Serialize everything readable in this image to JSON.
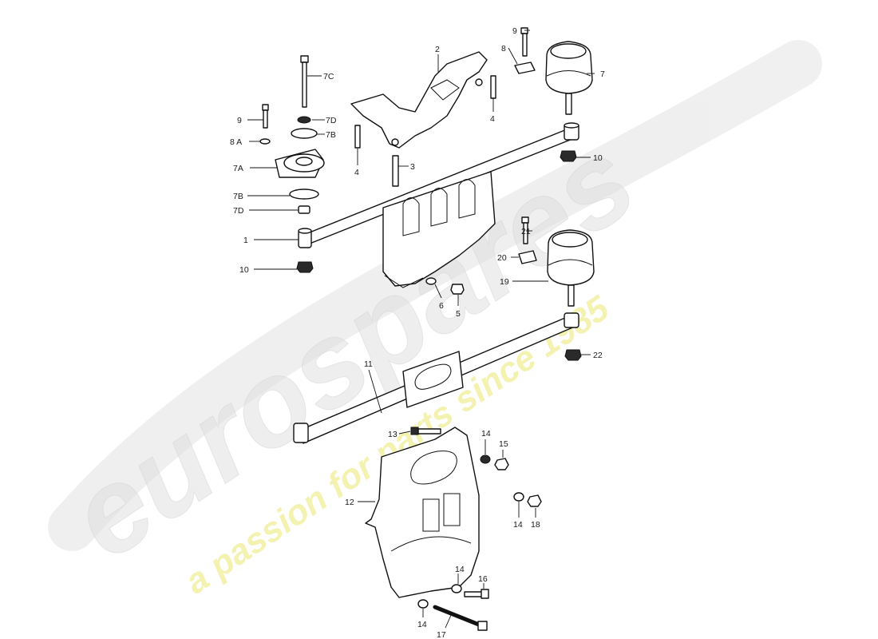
{
  "watermark": {
    "brand": "eurospares",
    "tagline": "a passion for parts since 1985",
    "brand_color": "#dcdcdc",
    "tagline_color": "#f0ef9a"
  },
  "callouts": [
    {
      "id": "9_top",
      "label": "9"
    },
    {
      "id": "8_top",
      "label": "8"
    },
    {
      "id": "2",
      "label": "2"
    },
    {
      "id": "7",
      "label": "7"
    },
    {
      "id": "7C",
      "label": "7C"
    },
    {
      "id": "4_right",
      "label": "4"
    },
    {
      "id": "9_left",
      "label": "9"
    },
    {
      "id": "7D_top",
      "label": "7D"
    },
    {
      "id": "7B_top",
      "label": "7B"
    },
    {
      "id": "8A",
      "label": "8 A"
    },
    {
      "id": "7A",
      "label": "7A"
    },
    {
      "id": "4_left",
      "label": "4"
    },
    {
      "id": "3",
      "label": "3"
    },
    {
      "id": "10_right",
      "label": "10"
    },
    {
      "id": "7B_bottom",
      "label": "7B"
    },
    {
      "id": "7D_bottom",
      "label": "7D"
    },
    {
      "id": "21",
      "label": "21"
    },
    {
      "id": "1",
      "label": "1"
    },
    {
      "id": "20",
      "label": "20"
    },
    {
      "id": "10_left",
      "label": "10"
    },
    {
      "id": "19",
      "label": "19"
    },
    {
      "id": "6",
      "label": "6"
    },
    {
      "id": "5",
      "label": "5"
    },
    {
      "id": "22",
      "label": "22"
    },
    {
      "id": "11",
      "label": "11"
    },
    {
      "id": "13",
      "label": "13"
    },
    {
      "id": "14_a",
      "label": "14"
    },
    {
      "id": "15",
      "label": "15"
    },
    {
      "id": "12",
      "label": "12"
    },
    {
      "id": "14_b",
      "label": "14"
    },
    {
      "id": "18",
      "label": "18"
    },
    {
      "id": "14_c",
      "label": "14"
    },
    {
      "id": "16",
      "label": "16"
    },
    {
      "id": "14_d",
      "label": "14"
    },
    {
      "id": "17",
      "label": "17"
    }
  ]
}
